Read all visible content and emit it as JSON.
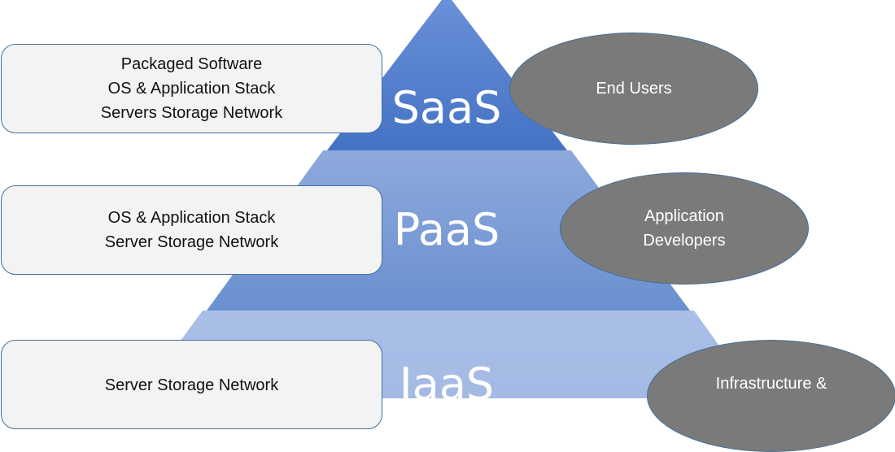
{
  "diagram": {
    "title": "Cloud Service Models Pyramid",
    "colors": {
      "saas_fill": "#4a78cc",
      "paas_fill": "#7a9cd8",
      "iaas_fill": "#a9bfe6",
      "box_fill": "#f3f3f3",
      "box_border": "#41719c",
      "ellipse_fill": "#7a7a7a",
      "text_dark": "#111111",
      "text_light": "#ffffff"
    },
    "tiers": [
      {
        "id": "saas",
        "label": "SaaS",
        "stack_lines": [
          "Packaged Software",
          "OS & Application Stack",
          "Servers Storage Network"
        ],
        "audience_lines": [
          "End Users"
        ]
      },
      {
        "id": "paas",
        "label": "PaaS",
        "stack_lines": [
          "OS & Application Stack",
          "Server Storage Network"
        ],
        "audience_lines": [
          "Application",
          "Developers"
        ]
      },
      {
        "id": "iaas",
        "label": "IaaS",
        "stack_lines": [
          "Server Storage Network"
        ],
        "audience_lines": [
          "Infrastructure &"
        ]
      }
    ]
  }
}
